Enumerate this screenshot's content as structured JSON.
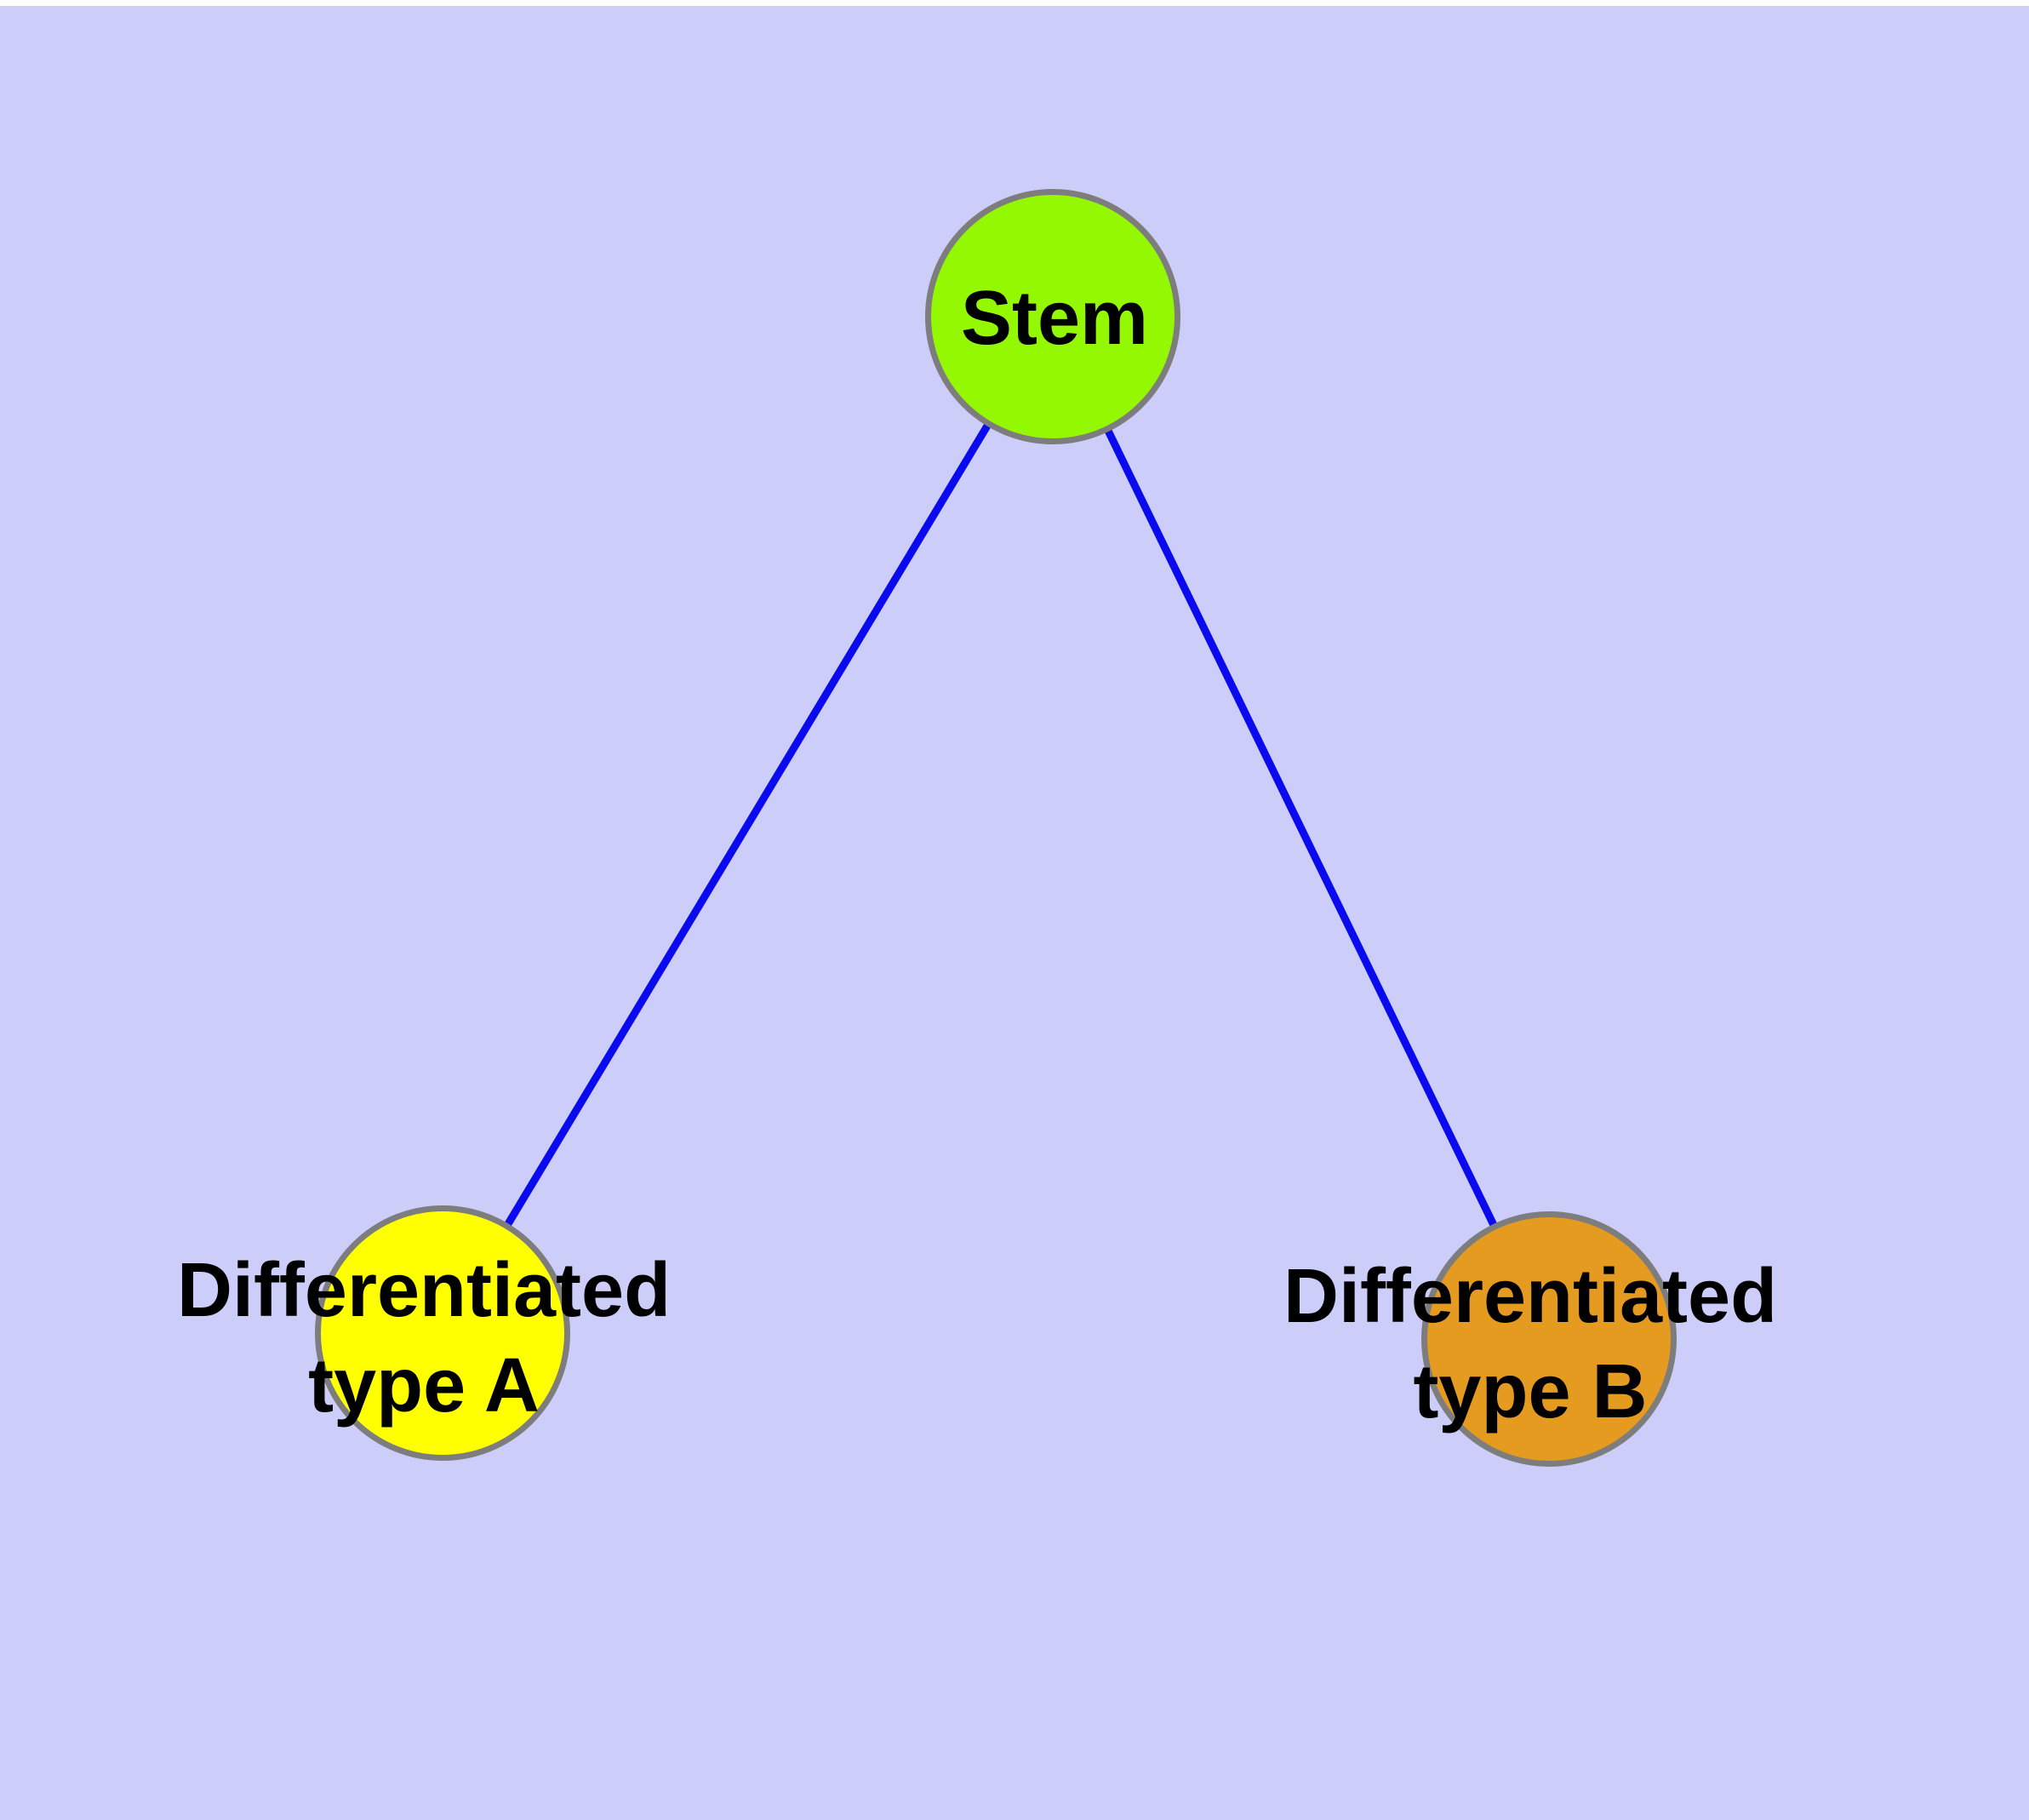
{
  "figure": {
    "title": "",
    "background_color": "#cdcdfa",
    "top_margin_color": "#ffffff",
    "edge_color": "#0a0aee",
    "node_border_color": "#7d7d7d",
    "label_color": "#000000",
    "nodes": [
      {
        "id": "stem",
        "label": "Stem",
        "lines": [
          "Stem"
        ],
        "fill": "#94f802"
      },
      {
        "id": "differentiated-type-a",
        "label": "Differentiated type A",
        "lines": [
          "Differentiated",
          "type A"
        ],
        "fill": "#ffff00"
      },
      {
        "id": "differentiated-type-b",
        "label": "Differentiated type B",
        "lines": [
          "Differentiated",
          "type B"
        ],
        "fill": "#e49b20"
      }
    ],
    "edges": [
      {
        "from": "stem",
        "to": "differentiated-type-a"
      },
      {
        "from": "stem",
        "to": "differentiated-type-b"
      }
    ]
  }
}
